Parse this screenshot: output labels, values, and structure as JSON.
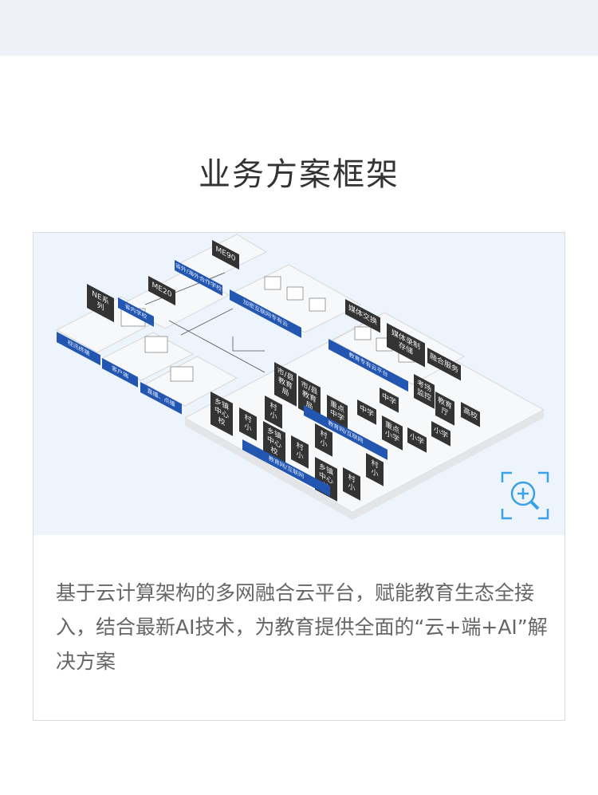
{
  "header": {
    "title": "业务方案框架"
  },
  "diagram": {
    "tags": [
      "NE系列",
      "ME20",
      "ME90",
      "媒体交换",
      "媒体录制存储",
      "融合服务",
      "市/县\n教育局",
      "市/县\n教育局",
      "重点\n中学",
      "中学",
      "中学",
      "重点\n小学",
      "小学",
      "小学",
      "考场\n监控",
      "教育\n厅",
      "高校",
      "乡镇\n中心校",
      "村小",
      "村小",
      "乡镇\n中心校",
      "村小",
      "村小",
      "乡镇\n中心校",
      "村小",
      "村小"
    ],
    "blue_labels": [
      "视讯终端",
      "省内学校",
      "省外/海外合作学校",
      "加密互联网专有云",
      "客户端",
      "直播、点播",
      "教育专有云平台",
      "教育网/互联网",
      "教育网/互联网"
    ],
    "zoom_icon": "zoom-in-icon",
    "accent": "#2256b0"
  },
  "description": "基于云计算架构的多网融合云平台，赋能教育生态全接入，结合最新AI技术，为教育提供全面的“云+端+AI”解决方案"
}
